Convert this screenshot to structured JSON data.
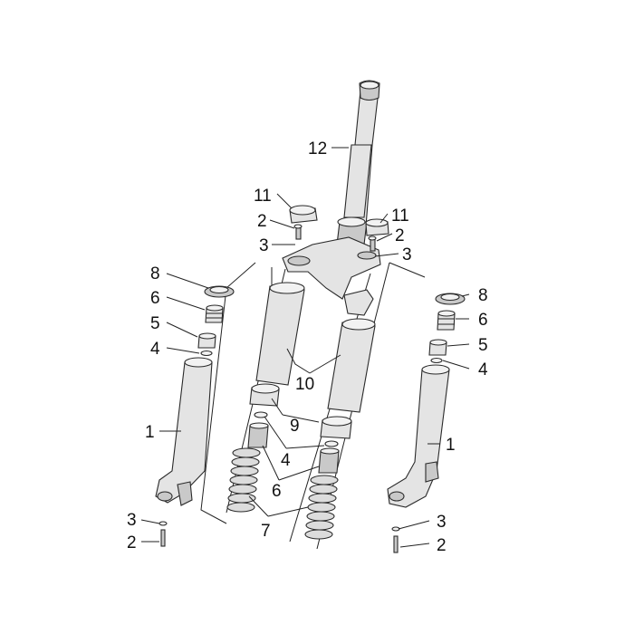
{
  "callouts": {
    "c12": "12",
    "c11_left": "11",
    "c2_top_left": "2",
    "c3_top_left": "3",
    "c11_right": "11",
    "c2_top_right": "2",
    "c3_top_right": "3",
    "c8_left": "8",
    "c6_left": "6",
    "c5_left": "5",
    "c4_left": "4",
    "c1_left": "1",
    "c3_bottom_left": "3",
    "c2_bottom_left": "2",
    "c10": "10",
    "c9": "9",
    "c4_center": "4",
    "c6_center": "6",
    "c7": "7",
    "c8_right": "8",
    "c6_right": "6",
    "c5_right": "5",
    "c4_right": "4",
    "c1_right": "1",
    "c3_bottom_right": "3",
    "c2_bottom_right": "2"
  }
}
